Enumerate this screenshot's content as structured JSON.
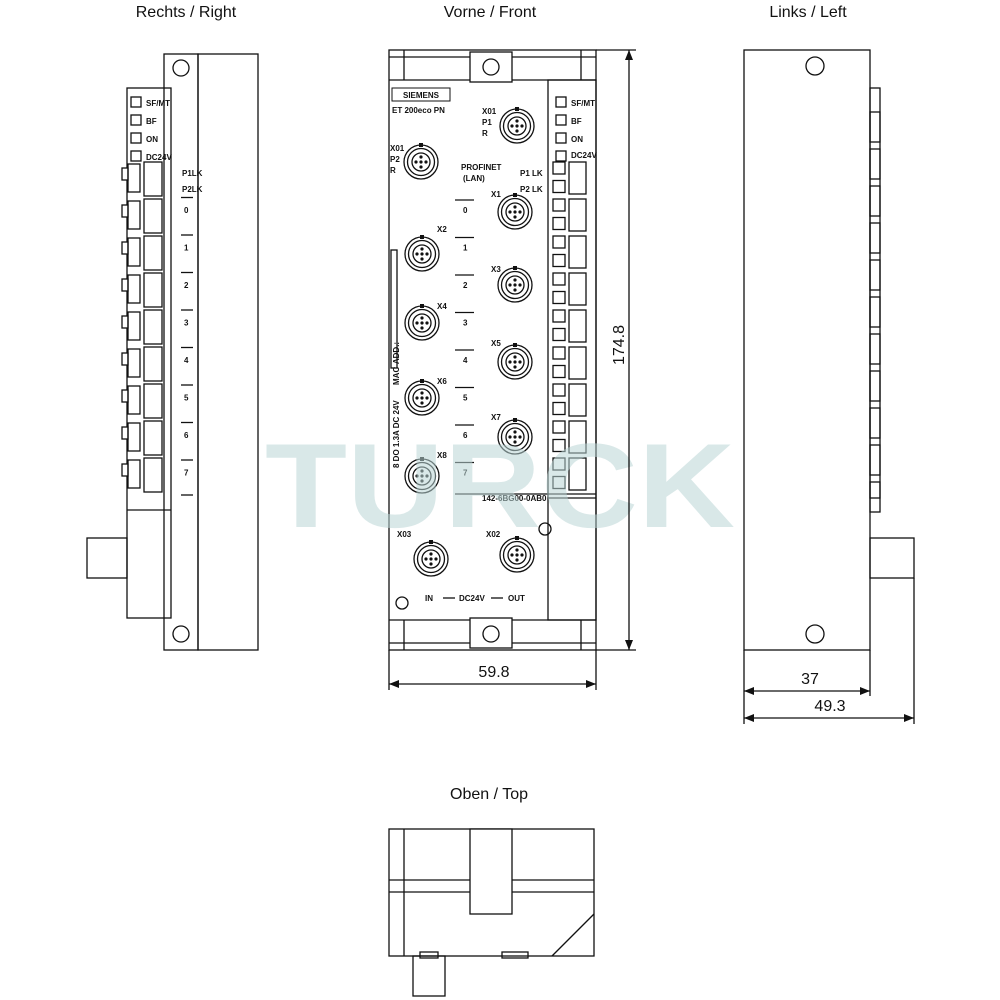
{
  "views": {
    "right": "Rechts / Right",
    "front": "Vorne / Front",
    "left": "Links / Left",
    "top": "Oben / Top"
  },
  "dimensions": {
    "height": "174.8",
    "width_front": "59.8",
    "depth_body": "37",
    "depth_total": "49.3"
  },
  "front": {
    "brand": "SIEMENS",
    "model": "ET 200eco PN",
    "order_number": "142-6BG00-0AB0",
    "side_label": "8 DO 1.3A DC 24V",
    "mac_label": "MAC-ADD.:",
    "profinet": "PROFINET",
    "lan": "(LAN)",
    "x01_top": "X01",
    "p1": "P1",
    "r1": "R",
    "x01_left": "X01",
    "p2": "P2",
    "r2": "R",
    "p1lk": "P1 LK",
    "p2lk": "P2 LK",
    "ports": [
      "X1",
      "X2",
      "X3",
      "X4",
      "X5",
      "X6",
      "X7",
      "X8"
    ],
    "x03": "X03",
    "x02": "X02",
    "bottom_in": "IN",
    "bottom_dc": "DC24V",
    "bottom_out": "OUT",
    "status_leds": [
      "SF/MT",
      "BF",
      "ON",
      "DC24V"
    ],
    "channels": [
      "0",
      "1",
      "2",
      "3",
      "4",
      "5",
      "6",
      "7"
    ]
  },
  "right_view": {
    "status_leds": [
      "SF/MT",
      "BF",
      "ON",
      "DC24V"
    ],
    "p1lk": "P1LK",
    "p2lk": "P2LK",
    "channels": [
      "0",
      "1",
      "2",
      "3",
      "4",
      "5",
      "6",
      "7"
    ]
  },
  "watermark": "TURCK"
}
